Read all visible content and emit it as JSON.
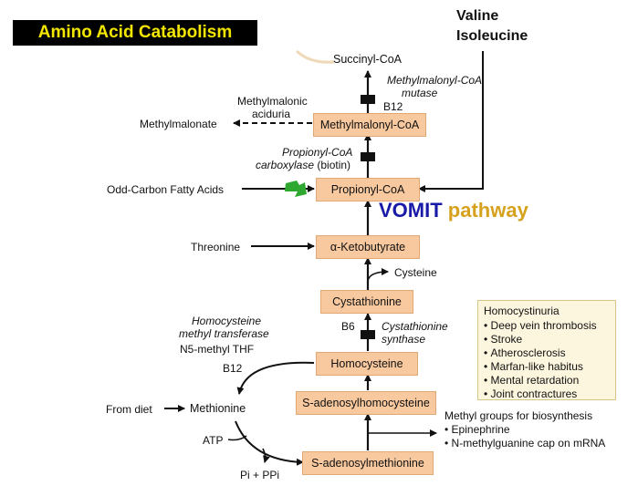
{
  "title": "Amino Acid Catabolism",
  "top_right": {
    "line1": "Valine",
    "line2": "Isoleucine"
  },
  "nodes": {
    "succinyl_coa": "Succinyl-CoA",
    "methylmalonyl_coa": "Methylmalonyl-CoA",
    "propionyl_coa": "Propionyl-CoA",
    "ketobutyrate": "α-Ketobutyrate",
    "cystathionine": "Cystathionine",
    "homocysteine": "Homocysteine",
    "s_adenosylhomocysteine": "S-adenosylhomocysteine",
    "s_adenosylmethionine": "S-adenosylmethionine",
    "methionine": "Methionine"
  },
  "enzymes": {
    "mutase_line1": "Methylmalonyl-CoA",
    "mutase_line2": "mutase",
    "carboxylase_line1": "Propionyl-CoA",
    "carboxylase_line2": "carboxylase",
    "carboxylase_cofactor": "(biotin)",
    "synthase_line1": "Cystathionine",
    "synthase_line2": "synthase",
    "transferase_line1": "Homocysteine",
    "transferase_line2": "methyl transferase"
  },
  "cofactors": {
    "b12_top": "B12",
    "b6": "B6",
    "n5_methyl_thf": "N5-methyl THF",
    "b12_bottom": "B12"
  },
  "side_labels": {
    "methylmalonic_line1": "Methylmalonic",
    "methylmalonic_line2": "aciduria",
    "methylmalonate": "Methylmalonate",
    "odd_carbon": "Odd-Carbon Fatty Acids",
    "threonine": "Threonine",
    "cysteine": "Cysteine",
    "from_diet": "From diet",
    "atp": "ATP",
    "pi_ppi": "Pi + PPi"
  },
  "vomit": {
    "word1": "VOMIT",
    "word2": "pathway",
    "color1": "#1a1aa8",
    "color2": "#d6a21e"
  },
  "homocystinuria": {
    "title": "Homocystinuria",
    "items": [
      "Deep vein thrombosis",
      "Stroke",
      "Atherosclerosis",
      "Marfan-like habitus",
      "Mental retardation",
      "Joint contractures"
    ]
  },
  "methyl_groups": {
    "title": "Methyl groups for biosynthesis",
    "items": [
      "Epinephrine",
      "N-methylguanine cap on mRNA"
    ]
  },
  "colors": {
    "node_fill": "#f8c99e",
    "green_arrow": "#2fa82f"
  }
}
